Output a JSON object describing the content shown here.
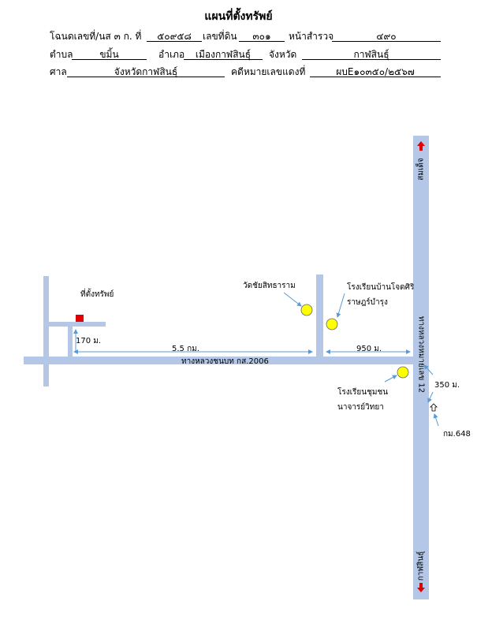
{
  "title": "แผนที่ตั้งทรัพย์",
  "header": {
    "deed_label": "โฉนดเลขที่/นส ๓ ก. ที่",
    "deed_value": "๕๐๙๕๘",
    "land_no_label": "เลขที่ดิน",
    "land_no_value": "๓๐๑",
    "survey_label": "หน้าสำรวจ",
    "survey_value": "๔๙๐",
    "subdistrict_label": "ตำบล",
    "subdistrict_value": "ขมิ้น",
    "district_label": "อำเภอ",
    "district_value": "เมืองกาฬสินธุ์",
    "province_label": "จังหวัด",
    "province_value": "กาฬสินธุ์",
    "court_label": "ศาล",
    "court_value": "จังหวัดกาฬสินธุ์",
    "case_label": "คดีหมายเลขแดงที่",
    "case_value": "ผบE๑๐๓๕๐/๒๕๖๗"
  },
  "map": {
    "property_label": "ที่ตั้งทรัพย์",
    "temple_label": "วัดชัยสิทธาราม",
    "school1_line1": "โรงเรียนบ้านโจดศิริ",
    "school1_line2": "ราษฎร์บำรุง",
    "school2_line1": "โรงเรียนชุมชน",
    "school2_line2": "นาจารย์วิทยา",
    "dist_170": "170 ม.",
    "dist_5_5": "5.5 กม.",
    "dist_950": "950 ม.",
    "dist_350": "350 ม.",
    "km_marker": "กม.648",
    "road_rural": "ทางหลวงชนบท กส.2006",
    "road_highway": "ทางหลวงหมายเลข 12",
    "dir_north": "สมเด็จ",
    "dir_south": "กาฬสินธุ์",
    "colors": {
      "road": "#b4c7e7",
      "marker": "#ffff00",
      "property": "#e00000",
      "arrow": "#5b9bd5"
    }
  }
}
